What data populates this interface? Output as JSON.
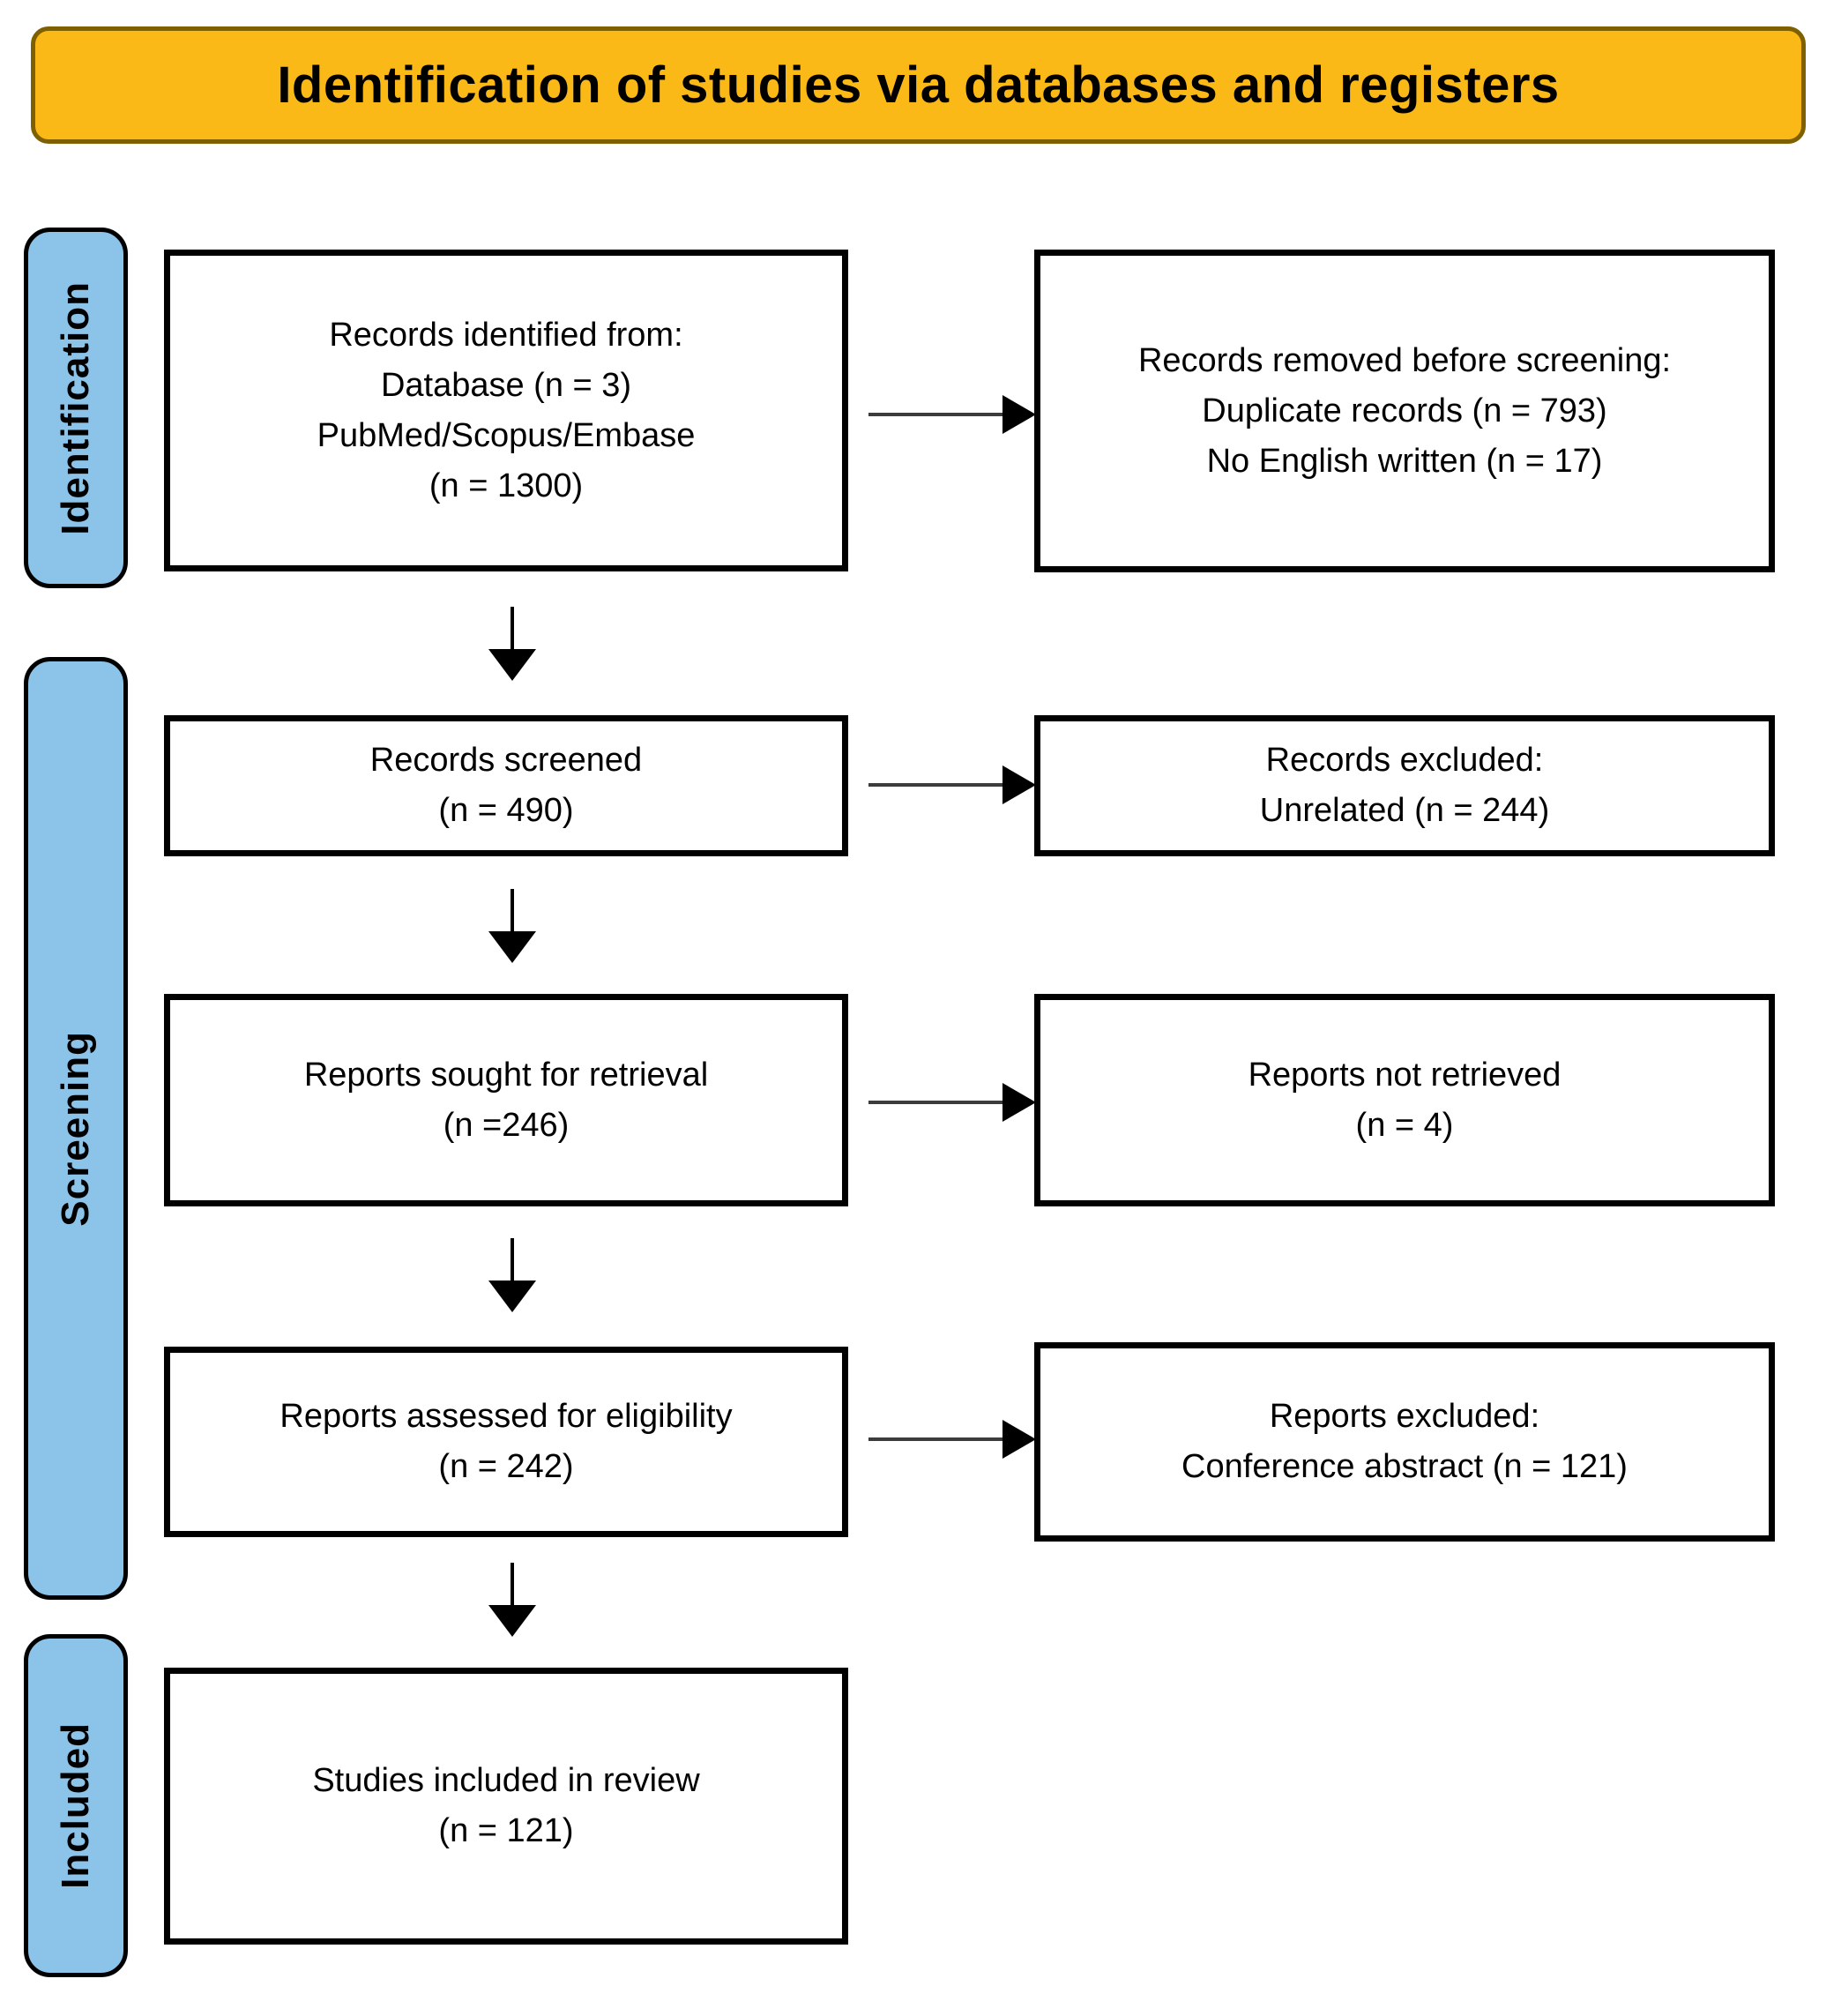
{
  "header": {
    "title": "Identification of studies via databases and registers"
  },
  "stages": {
    "identification": "Identification",
    "screening": "Screening",
    "included": "Included"
  },
  "boxes": {
    "records_identified": {
      "lines": [
        "Records identified from:",
        "Database (n = 3)",
        "PubMed/Scopus/Embase",
        "(n = 1300)"
      ]
    },
    "records_removed": {
      "lines": [
        "Records removed before screening:",
        "Duplicate records (n = 793)",
        "No English written (n = 17)"
      ]
    },
    "records_screened": {
      "lines": [
        "Records screened",
        "(n = 490)"
      ]
    },
    "records_excluded": {
      "lines": [
        "Records excluded:",
        "Unrelated (n = 244)"
      ]
    },
    "reports_sought": {
      "lines": [
        "Reports sought for retrieval",
        "(n =246)"
      ]
    },
    "reports_not_retrieved": {
      "lines": [
        "Reports not retrieved",
        "(n = 4)"
      ]
    },
    "reports_assessed": {
      "lines": [
        "Reports assessed for eligibility",
        "(n = 242)"
      ]
    },
    "reports_excluded": {
      "lines": [
        "Reports excluded:",
        "Conference abstract (n = 121)"
      ]
    },
    "studies_included": {
      "lines": [
        "Studies included in review",
        "(n = 121)"
      ]
    }
  },
  "colors": {
    "header_fill": "#FBB917",
    "header_border": "#7E6000",
    "stage_fill": "#8CC3E9",
    "arrow_line": "#3c3c3c",
    "arrow_head": "#000000"
  }
}
